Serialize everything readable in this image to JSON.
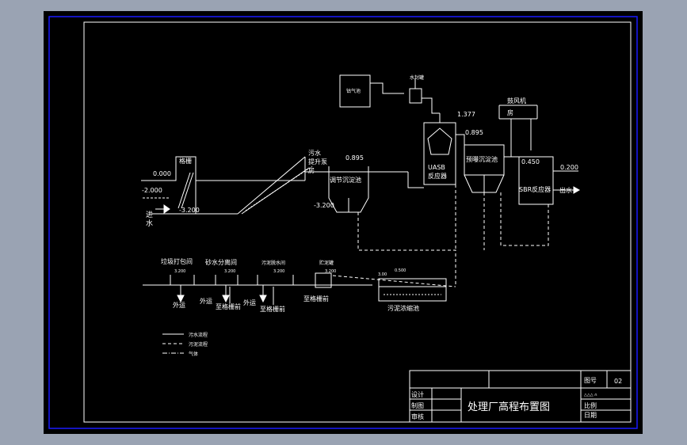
{
  "drawing": {
    "title": "处理厂高程布置图",
    "title_block": {
      "design": "设计",
      "drafting": "制图",
      "review": "审核",
      "drawing_no_label": "图号",
      "drawing_no": "02",
      "scale": "比例",
      "date": "日期",
      "unit_code": "△△△ ∩"
    }
  },
  "units": {
    "screen": "格栅",
    "lift_pump": "污水\n提升泵\n房",
    "equalization": "调节沉淀池",
    "uasb": "UASB\n反应器",
    "cobalt_tank": "钴气池",
    "water_seal": "水封罐",
    "blower": "鼓风机\n房",
    "clarifier": "预曝沉淀池",
    "sbr": "SBR反应器",
    "thickener": "污泥浓缩池",
    "outlet": "出水",
    "inlet": "进\n水",
    "sludge_units": [
      {
        "label": "垃圾打包间",
        "elev": "3.200",
        "ship": "外运"
      },
      {
        "label": "砂水分离间",
        "elev": "3.200",
        "ship": "外运"
      },
      {
        "label": "污泥脱水间",
        "elev": "3.200",
        "ship": "外运"
      },
      {
        "label": "贮泥罐",
        "elev": "3.200"
      }
    ],
    "back_to_screen": "至格栅前"
  },
  "elevations": {
    "e0": "0.000",
    "e1": "-2.000",
    "e2": "-3.200",
    "e3": "0.895",
    "e4": "1.377",
    "e5": "0.895",
    "e6": "0.450",
    "e7": "0.200",
    "e8": "-3.200",
    "e9": "3.00",
    "e10": "0.500"
  },
  "legend": [
    {
      "style": "solid",
      "label": "污水流程"
    },
    {
      "style": "dashed",
      "label": "污泥流程"
    },
    {
      "style": "dashdot",
      "label": "气体"
    }
  ],
  "colors": {
    "background": "#000000",
    "line": "#ffffff",
    "frame_border": "#1a1aff",
    "page": "#9aa3b3"
  }
}
